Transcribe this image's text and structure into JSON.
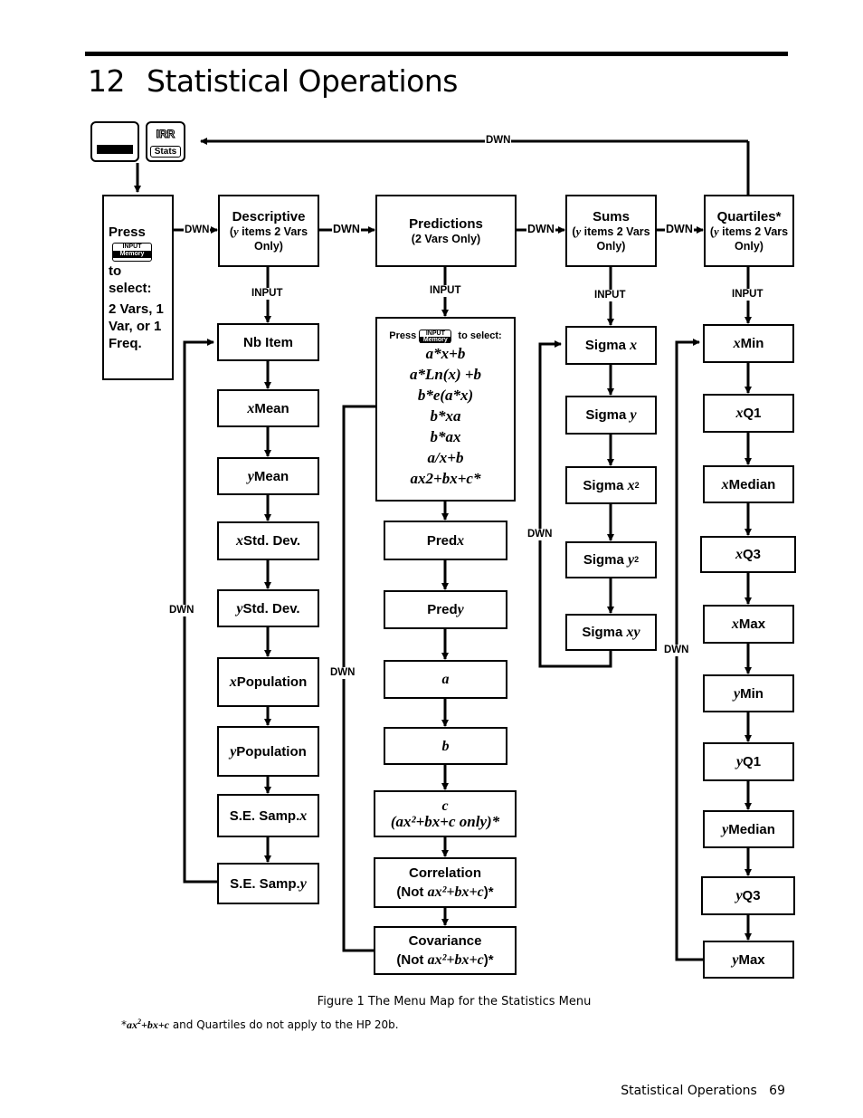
{
  "chapter": {
    "number": "12",
    "title": "Statistical Operations"
  },
  "keys": {
    "irr_top": "IRR",
    "irr_bottom": "Stats",
    "input_top": "INPUT",
    "input_bottom": "Memory"
  },
  "labels": {
    "dwn": "DWN",
    "input": "INPUT"
  },
  "press_box": {
    "press": "Press",
    "to": "to",
    "select": "select:",
    "options": "2 Vars, 1 Var, or 1 Freq."
  },
  "menus": {
    "descriptive": {
      "title": "Descriptive",
      "sub_var": "y",
      "sub_rest": " items 2 Vars Only)"
    },
    "predictions": {
      "title": "Predictions",
      "sub": "(2 Vars Only)"
    },
    "sums": {
      "title": "Sums",
      "sub_var": "y",
      "sub_rest": " items 2 Vars Only)"
    },
    "quartiles": {
      "title": "Quartiles*",
      "sub_var": "y",
      "sub_rest": " items 2 Vars Only)"
    }
  },
  "descriptive_items": [
    {
      "var": "",
      "text": "Nb Item"
    },
    {
      "var": "x",
      "text": " Mean"
    },
    {
      "var": "y",
      "text": " Mean"
    },
    {
      "var": "x",
      "text": " Std. Dev."
    },
    {
      "var": "y",
      "text": " Std. Dev."
    },
    {
      "var": "x",
      "text": " Population"
    },
    {
      "var": "y",
      "text": " Population"
    },
    {
      "pre": "S.E. Samp. ",
      "var_after": "x"
    },
    {
      "pre": "S.E. Samp. ",
      "var_after": "y"
    }
  ],
  "fit_box": {
    "press": "Press",
    "to_select": "to select:",
    "formulas": [
      "a*x+b",
      "a*Ln(x) +b",
      "b*e(a*x)",
      "b*xa",
      "b*ax",
      "a/x+b",
      "ax2+bx+c*"
    ]
  },
  "prediction_items": {
    "pred_x": {
      "pre": "Pred ",
      "var": "x"
    },
    "pred_y": {
      "pre": "Pred ",
      "var": "y"
    },
    "a": "a",
    "b": "b",
    "c": "c",
    "c_note": "(ax²+bx+c only)*",
    "correlation": "Correlation",
    "covariance": "Covariance",
    "not_note": "(Not ",
    "not_formula": "ax²+bx+c",
    "not_close": ")*"
  },
  "sums_items": [
    {
      "pre": "Sigma ",
      "var": "x",
      "sup": ""
    },
    {
      "pre": "Sigma ",
      "var": "y",
      "sup": ""
    },
    {
      "pre": "Sigma ",
      "var": "x",
      "sup": "2"
    },
    {
      "pre": "Sigma ",
      "var": "y",
      "sup": "2"
    },
    {
      "pre": "Sigma ",
      "var": "xy",
      "sup": ""
    }
  ],
  "quartile_items": [
    {
      "var": "x",
      "text": " Min"
    },
    {
      "var": "x",
      "text": " Q1"
    },
    {
      "var": "x",
      "text": " Median"
    },
    {
      "var": "x",
      "text": " Q3"
    },
    {
      "var": "x",
      "text": " Max"
    },
    {
      "var": "y",
      "text": " Min"
    },
    {
      "var": "y",
      "text": " Q1"
    },
    {
      "var": "y",
      "text": " Median"
    },
    {
      "var": "y",
      "text": " Q3"
    },
    {
      "var": "y",
      "text": " Max"
    }
  ],
  "caption": "Figure 1  The Menu Map for the Statistics Menu",
  "footnote": {
    "star": "*",
    "formula": "ax",
    "sup": "2",
    "formula2": "+bx+c",
    "text": " and Quartiles do not apply to the HP 20b."
  },
  "footer": {
    "section": "Statistical Operations",
    "page": "69"
  }
}
